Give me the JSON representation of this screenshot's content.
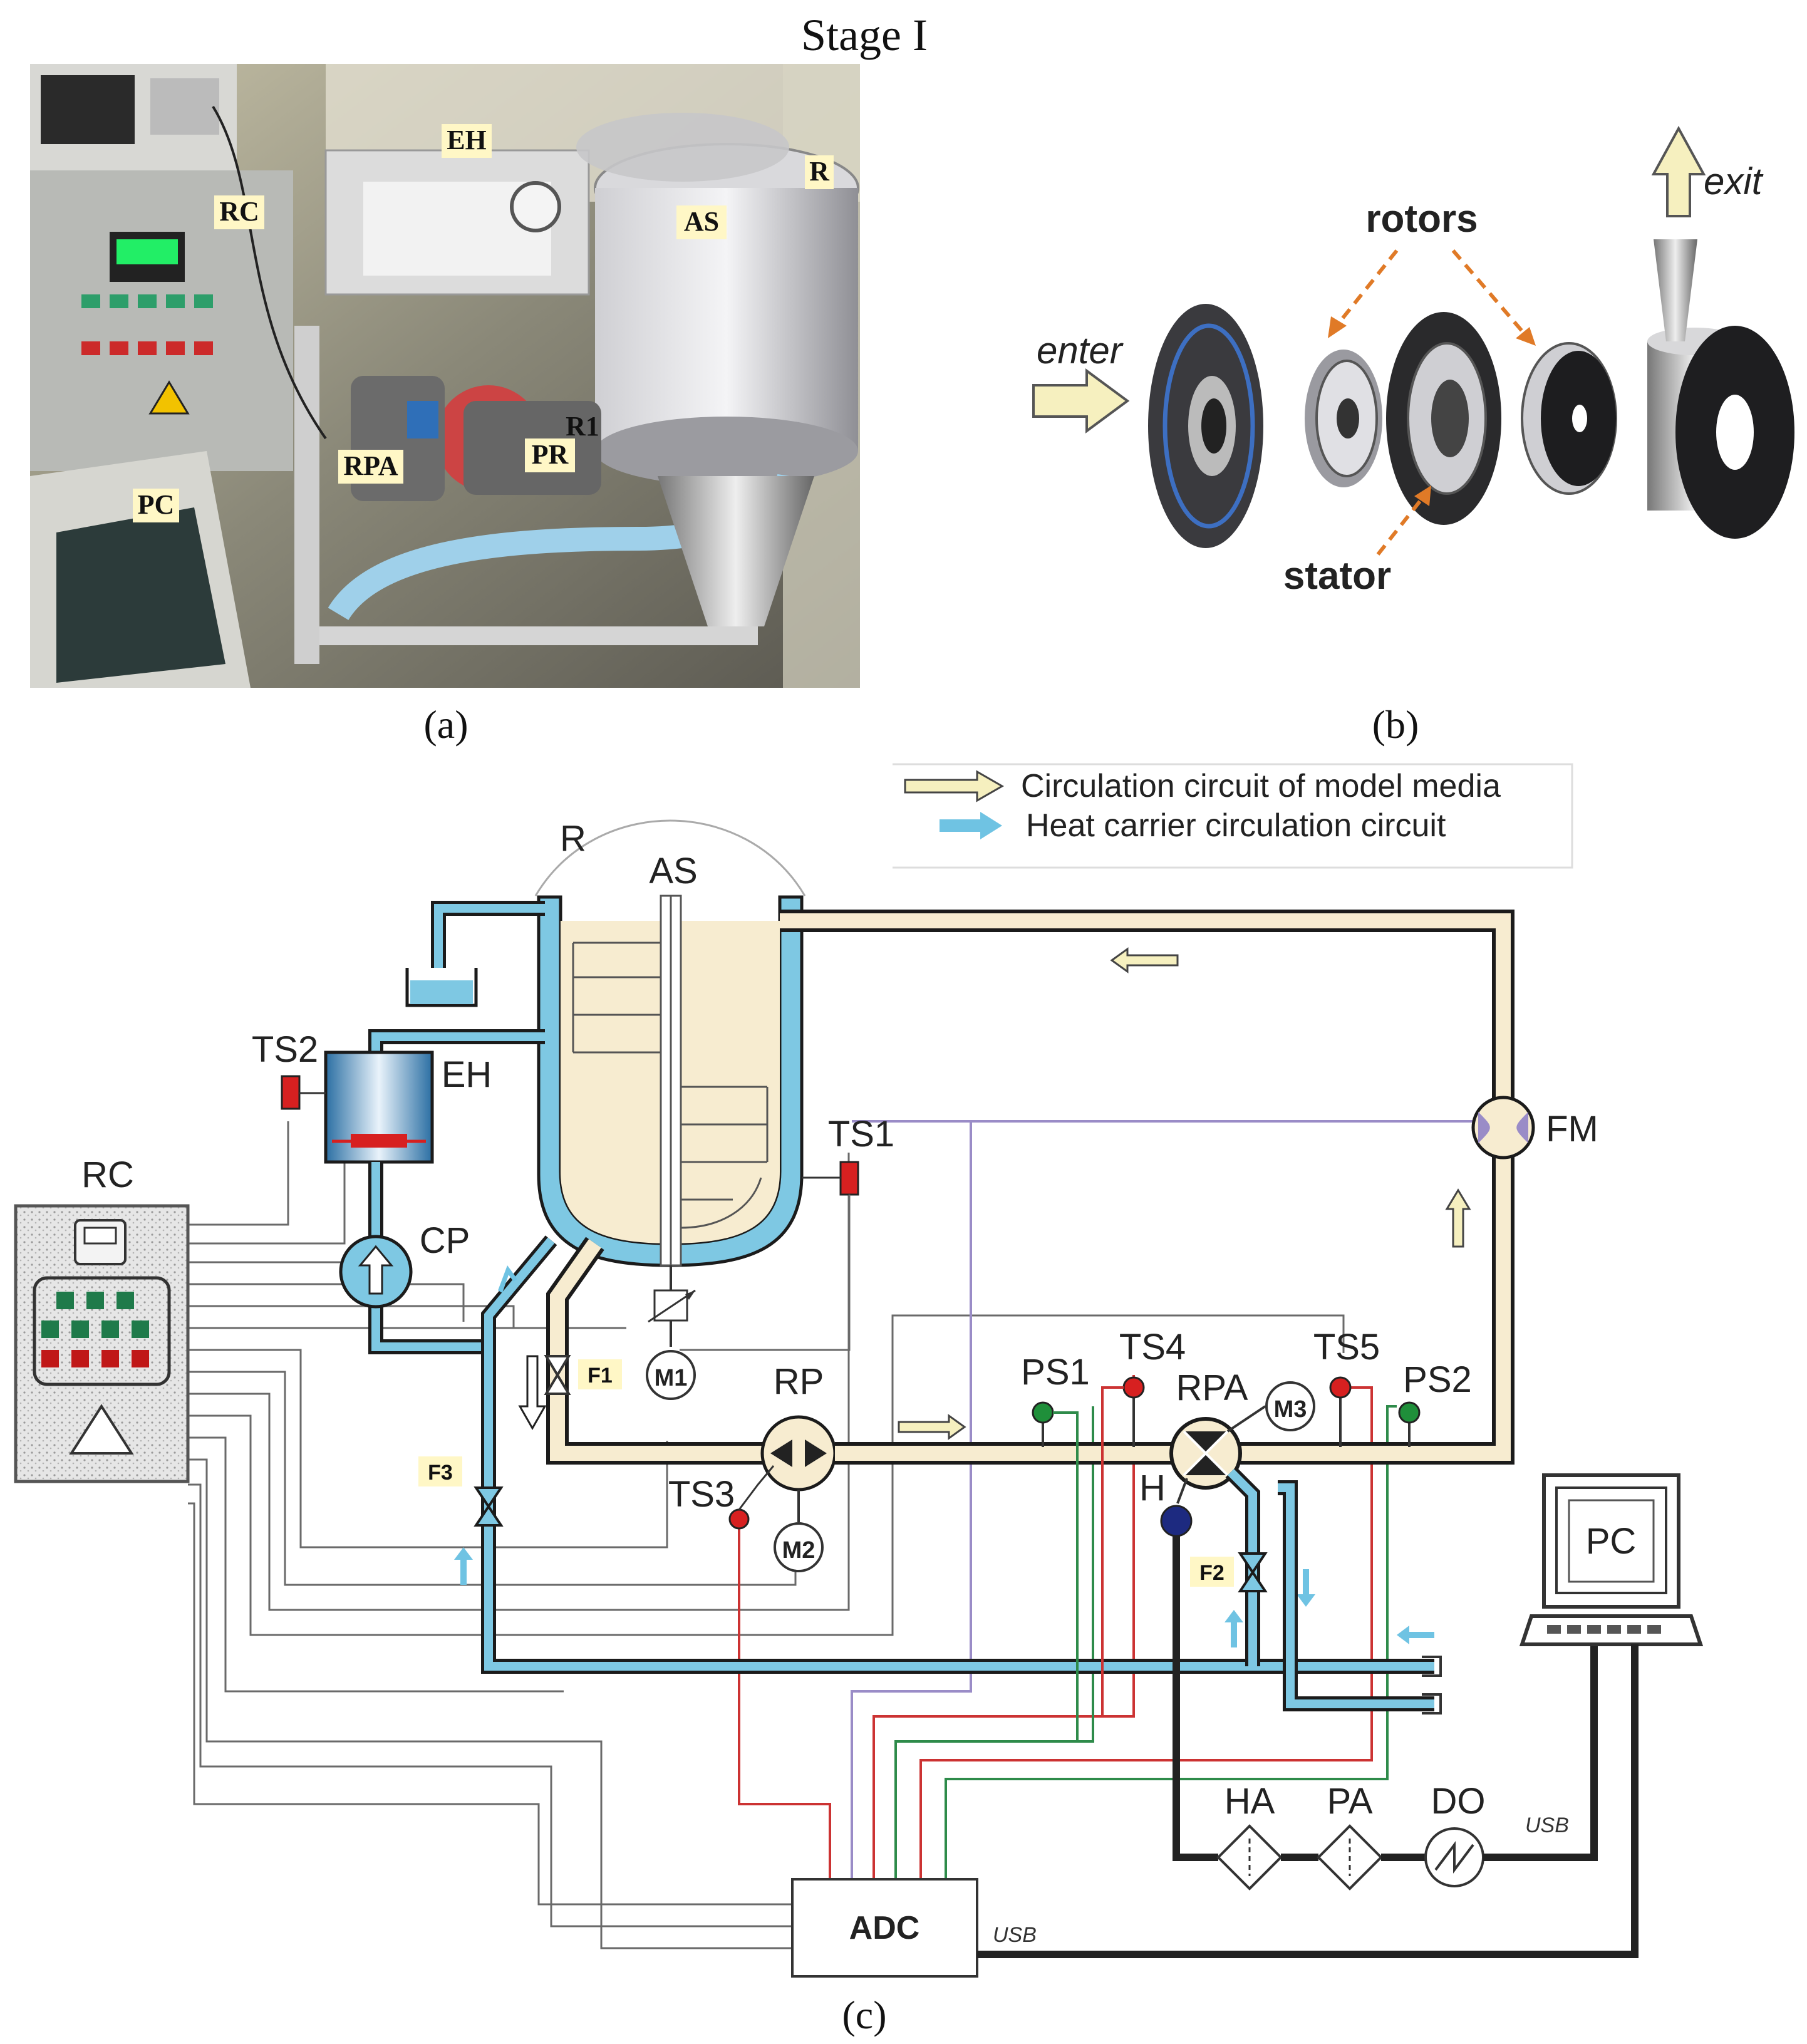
{
  "header": {
    "title": "Stage I"
  },
  "captions": {
    "a": "(a)",
    "b": "(b)",
    "c": "(c)"
  },
  "photo": {
    "labels": {
      "EH": "EH",
      "R": "R",
      "RC": "RC",
      "AS": "AS",
      "RPA": "RPA",
      "PR": "PR",
      "R1": "R1",
      "PC": "PC"
    }
  },
  "rotor": {
    "rotors": "rotors",
    "stator": "stator",
    "enter": "enter",
    "exit": "exit"
  },
  "legend": {
    "model_media": "Circulation circuit of model media",
    "heat_carrier": "Heat carrier circulation circuit"
  },
  "schema": {
    "R": "R",
    "AS": "AS",
    "TS2": "TS2",
    "EH": "EH",
    "RC": "RC",
    "CP": "CP",
    "TS1": "TS1",
    "FM": "FM",
    "F1": "F1",
    "M1": "M1",
    "RP": "RP",
    "F3": "F3",
    "TS3": "TS3",
    "M2": "M2",
    "PS1": "PS1",
    "TS4": "TS4",
    "RPA": "RPA",
    "M3": "M3",
    "TS5": "TS5",
    "PS2": "PS2",
    "H": "H",
    "F2": "F2",
    "PC": "PC",
    "HA": "HA",
    "PA": "PA",
    "DO": "DO",
    "ADC": "ADC",
    "USB1": "USB",
    "USB2": "USB"
  },
  "colors": {
    "media_fill": "#f7ecd0",
    "heat_fill": "#7ec8e3",
    "heat_stroke": "#2d7fa8",
    "sensor_red": "#d72020",
    "sensor_green": "#1f8f3a",
    "sensor_blue": "#1d2a80",
    "wire_red": "#cc3333",
    "wire_green": "#2e8b4a",
    "wire_purple": "#9a8cc7"
  }
}
